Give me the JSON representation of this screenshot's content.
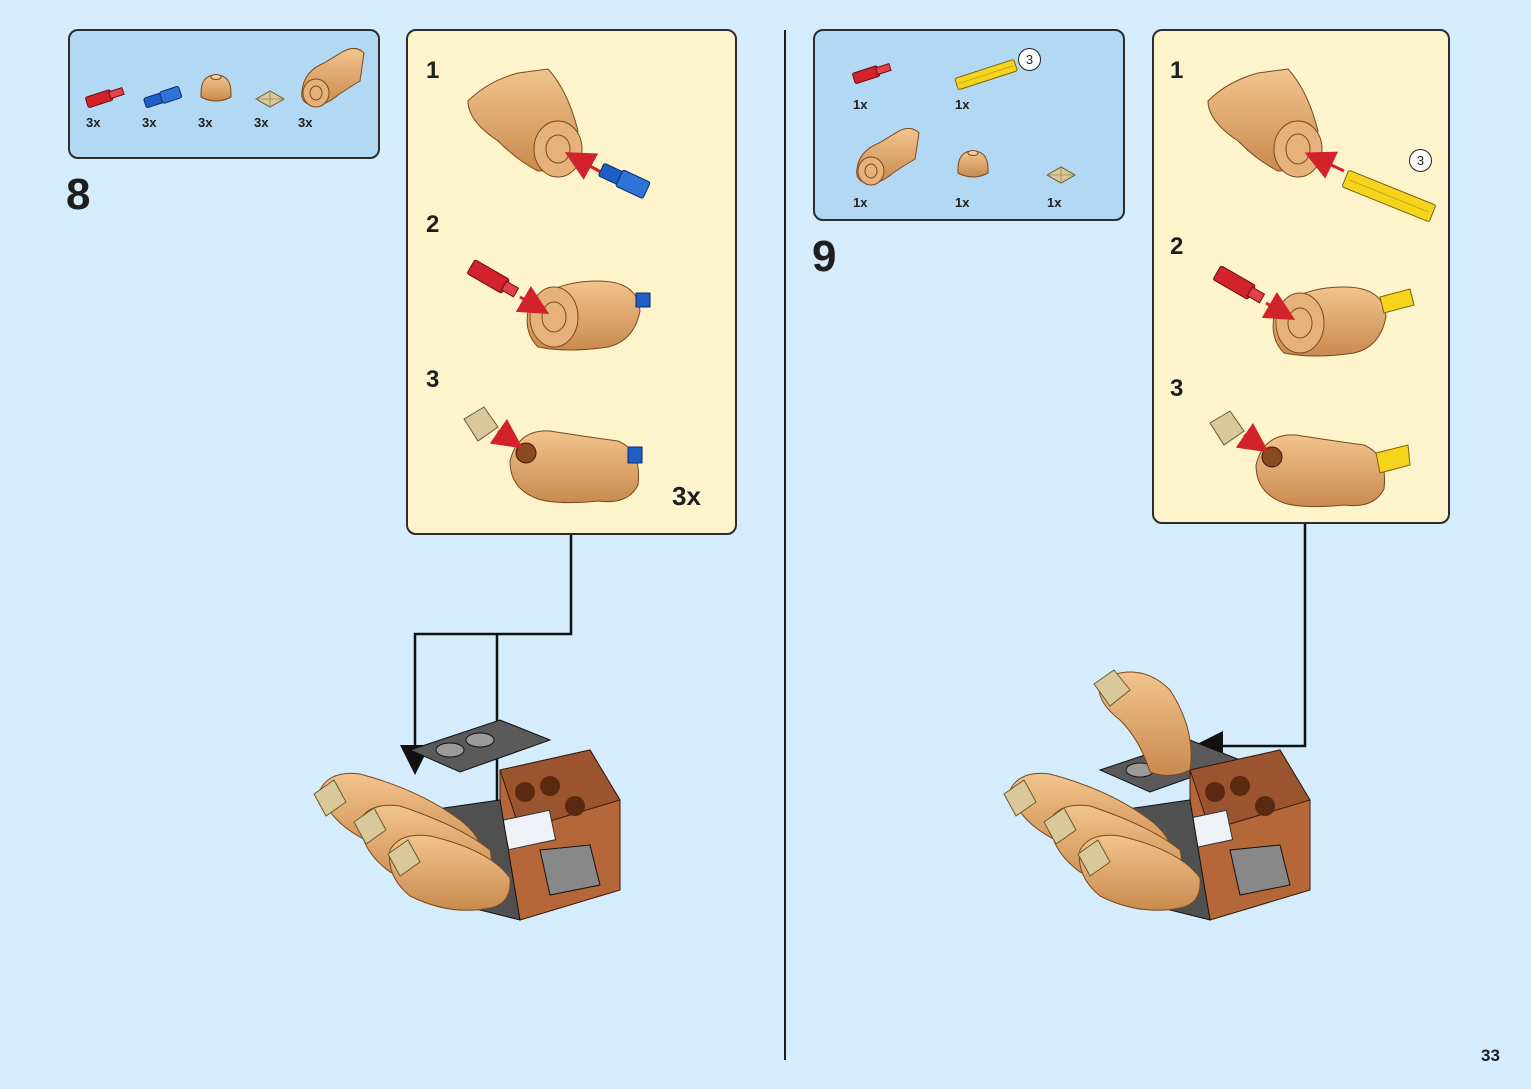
{
  "page": {
    "number": "33"
  },
  "colors": {
    "background": "#d4ecfb",
    "parts_box": "#b3d8f3",
    "sub_box": "#fdf4cc",
    "tan": "#e0a86a",
    "red": "#d2222a",
    "blue": "#1f5fc4",
    "yellow": "#f6d41e",
    "dark_tan": "#d8c89a",
    "brown": "#a0522d",
    "gray": "#555555"
  },
  "step8": {
    "number": "8",
    "parts": [
      {
        "icon": "red-axle-pin-icon",
        "qty": "3x"
      },
      {
        "icon": "blue-axle-pin-icon",
        "qty": "3x"
      },
      {
        "icon": "tan-dome-brick-icon",
        "qty": "3x"
      },
      {
        "icon": "dark-tan-pyramid-tile-icon",
        "qty": "3x"
      },
      {
        "icon": "tan-curved-arm-icon",
        "qty": "3x"
      }
    ],
    "substeps": [
      "1",
      "2",
      "3"
    ],
    "multiplier": "3x"
  },
  "step9": {
    "number": "9",
    "parts": [
      {
        "icon": "red-axle-pin-icon",
        "qty": "1x"
      },
      {
        "icon": "yellow-axle-icon",
        "qty": "1x",
        "length": "3"
      },
      {
        "icon": "tan-curved-arm-icon",
        "qty": "1x"
      },
      {
        "icon": "tan-dome-brick-icon",
        "qty": "1x"
      },
      {
        "icon": "dark-tan-pyramid-tile-icon",
        "qty": "1x"
      }
    ],
    "substeps": [
      "1",
      "2",
      "3"
    ],
    "axle_length_callout": "3"
  }
}
